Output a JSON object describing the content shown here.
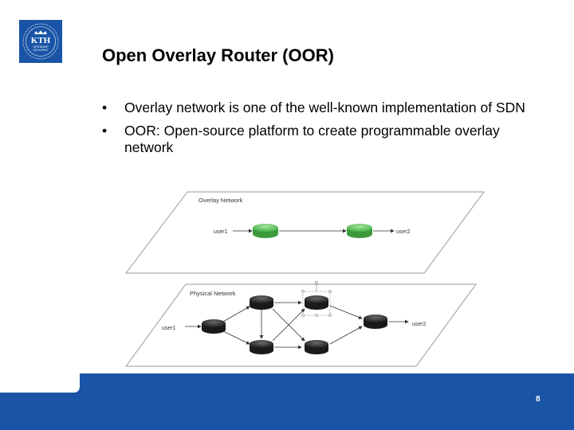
{
  "logo": {
    "line1": "KTH",
    "line2": "VETENSKAP",
    "line3": "OCH KONST"
  },
  "slide": {
    "title": "Open Overlay Router (OOR)",
    "bullets": [
      {
        "symbol": "•",
        "text": "Overlay network is one of the well-known implementation of SDN"
      },
      {
        "symbol": "•",
        "text": "OOR: Open-source platform to create programmable overlay network"
      }
    ],
    "page_number": "8"
  },
  "diagram": {
    "overlay_label": "Overlay Network",
    "overlay_user1": "user1",
    "overlay_user2": "user2",
    "physical_label": "Physical Network",
    "physical_user1": "user1",
    "physical_user2": "user2"
  },
  "colors": {
    "brand_blue": "#1954a6",
    "overlay_router": "#5cc45c",
    "physical_router": "#2d2d2d"
  }
}
